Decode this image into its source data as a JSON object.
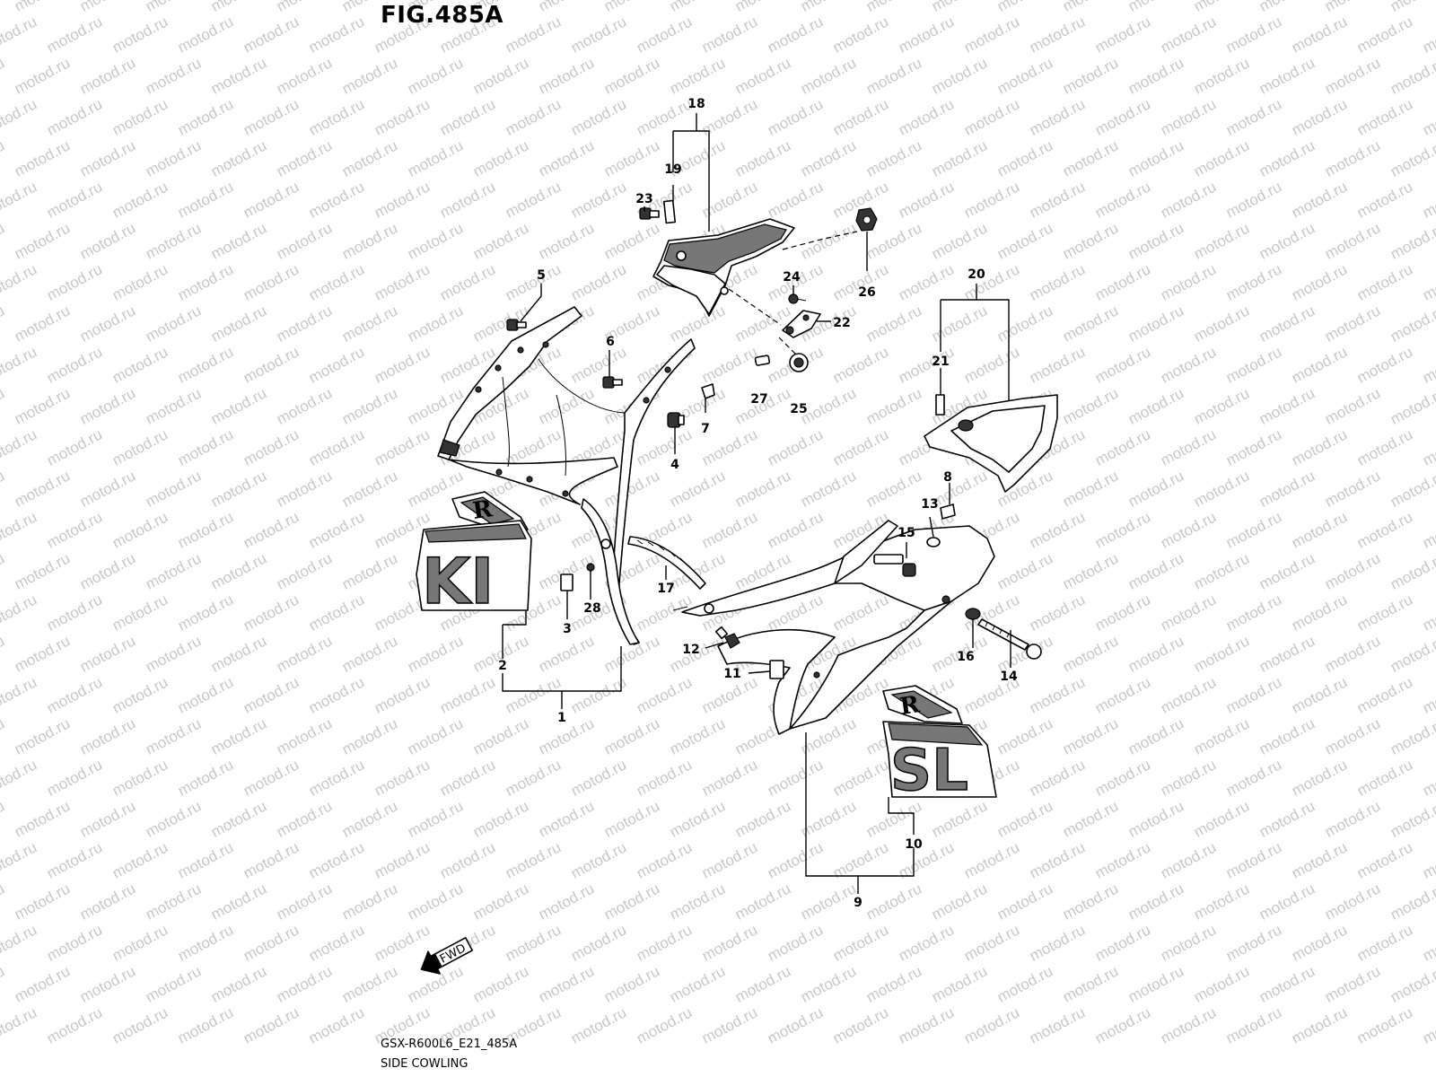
{
  "figure": {
    "title": "FIG.485A"
  },
  "watermark": {
    "text": "motod.ru"
  },
  "footer": {
    "model_code": "GSX-R600L6_E21_485A",
    "section_name": "SIDE COWLING"
  },
  "fwd_label": "FWD",
  "callouts": [
    "1",
    "2",
    "3",
    "4",
    "5",
    "6",
    "7",
    "8",
    "9",
    "10",
    "11",
    "12",
    "13",
    "14",
    "15",
    "16",
    "17",
    "18",
    "19",
    "20",
    "21",
    "22",
    "23",
    "24",
    "25",
    "26",
    "27",
    "28"
  ]
}
